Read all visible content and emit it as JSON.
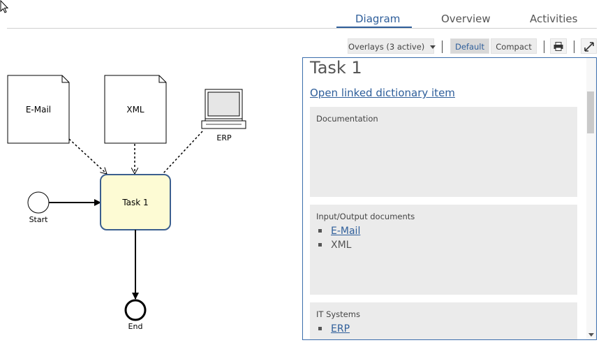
{
  "tabs": [
    {
      "label": "Diagram",
      "active": true
    },
    {
      "label": "Overview",
      "active": false
    },
    {
      "label": "Activities",
      "active": false
    }
  ],
  "toolbar": {
    "overlays_label": "Overlays (3 active)",
    "default_label": "Default",
    "compact_label": "Compact",
    "print_icon": "print-icon",
    "fullscreen_icon": "expand-icon"
  },
  "diagram": {
    "doc_email": "E-Mail",
    "doc_xml": "XML",
    "system_erp": "ERP",
    "start_label": "Start",
    "task_label": "Task 1",
    "end_label": "End"
  },
  "panel": {
    "title": "Task 1",
    "link": "Open linked dictionary item",
    "sections": {
      "documentation": {
        "title": "Documentation"
      },
      "io_documents": {
        "title": "Input/Output documents",
        "items": [
          "E-Mail",
          "XML"
        ]
      },
      "it_systems": {
        "title": "IT Systems",
        "items": [
          "ERP"
        ]
      }
    }
  },
  "colors": {
    "accent": "#2e5e9a",
    "task_fill": "#fdfbd4",
    "task_border": "#3b5f8f",
    "panel_section_bg": "#ebebeb"
  }
}
